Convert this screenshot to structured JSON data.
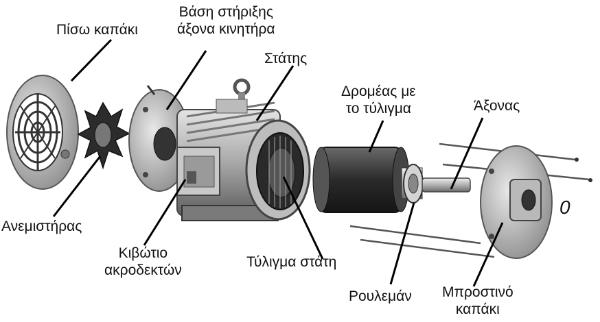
{
  "labels": {
    "rear_cover": "Πίσω καπάκι",
    "shaft_support_l1": "Βάση στήριξης",
    "shaft_support_l2": "άξονα κινητήρα",
    "stator": "Στάτης",
    "rotor_l1": "Δρομέας με",
    "rotor_l2": "το τύλιγμα",
    "shaft": "Άξονας",
    "fan": "Ανεμιστήρας",
    "terminal_box_l1": "Κιβώτιο",
    "terminal_box_l2": "ακροδεκτών",
    "stator_winding": "Τύλιγμα στάτη",
    "bearing": "Ρουλεμάν",
    "front_cover_l1": "Μπροστινό",
    "front_cover_l2": "καπάκι",
    "marker": "0"
  },
  "colors": {
    "metal_light": "#cfcfcf",
    "metal_mid": "#9a9a9a",
    "metal_dark": "#3a3a3a",
    "leader": "#000000"
  }
}
